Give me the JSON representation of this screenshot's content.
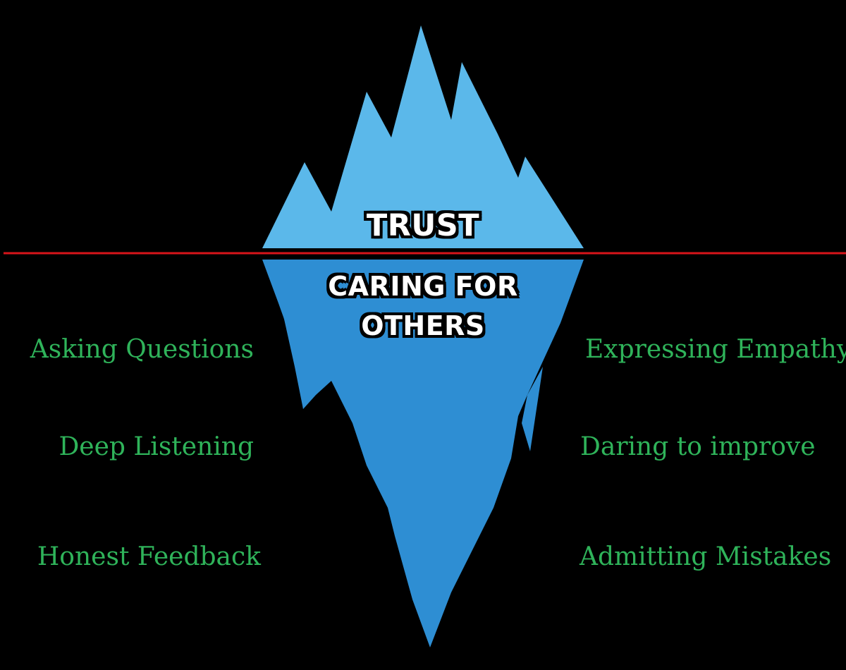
{
  "colors": {
    "background": "#000000",
    "ice_above": "#5bb8ea",
    "ice_below": "#2e8ed3",
    "waterline": "#d8141a",
    "side_text": "#2fb35a",
    "main_text": "#ffffff"
  },
  "above_water": {
    "label": "TRUST"
  },
  "below_water": {
    "label": "CARING FOR OTHERS"
  },
  "left_items": [
    {
      "label": "Asking Questions"
    },
    {
      "label": "Deep Listening"
    },
    {
      "label": "Honest Feedback"
    }
  ],
  "right_items": [
    {
      "label": "Expressing Empathy"
    },
    {
      "label": "Daring to improve"
    },
    {
      "label": "Admitting Mistakes"
    }
  ]
}
